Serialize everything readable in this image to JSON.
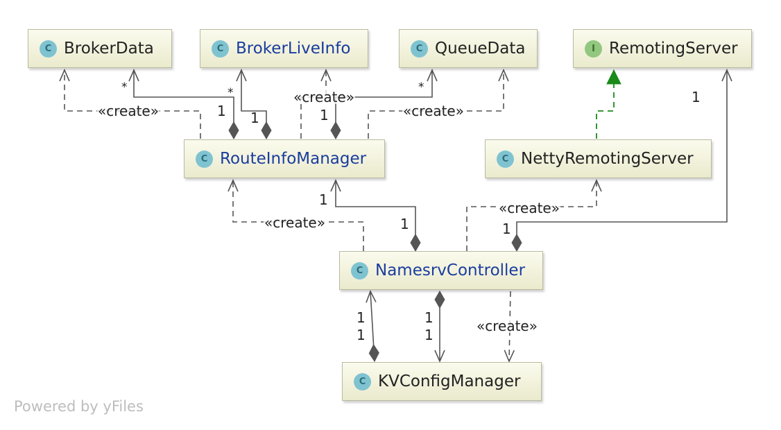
{
  "nodes": {
    "broker_data": {
      "label": "BrokerData",
      "badge": "C"
    },
    "broker_live_info": {
      "label": "BrokerLiveInfo",
      "badge": "C"
    },
    "queue_data": {
      "label": "QueueData",
      "badge": "C"
    },
    "remoting_server": {
      "label": "RemotingServer",
      "badge": "I"
    },
    "route_info_manager": {
      "label": "RouteInfoManager",
      "badge": "C"
    },
    "netty_remoting_server": {
      "label": "NettyRemotingServer",
      "badge": "C"
    },
    "namesrv_controller": {
      "label": "NamesrvController",
      "badge": "C"
    },
    "kv_config_manager": {
      "label": "KVConfigManager",
      "badge": "C"
    }
  },
  "stereotype": "«create»",
  "multiplicities": {
    "one": "1",
    "many": "*"
  },
  "watermark": "Powered by yFiles",
  "colors": {
    "node_fill_top": "#fbfbee",
    "node_fill_bottom": "#eaeacd",
    "node_border": "#b9b9a0",
    "edge": "#555555",
    "realization": "#1a8a1a",
    "link_text": "#1a3d9e",
    "class_badge": "#7fc3d1",
    "interface_badge": "#92c77f"
  }
}
